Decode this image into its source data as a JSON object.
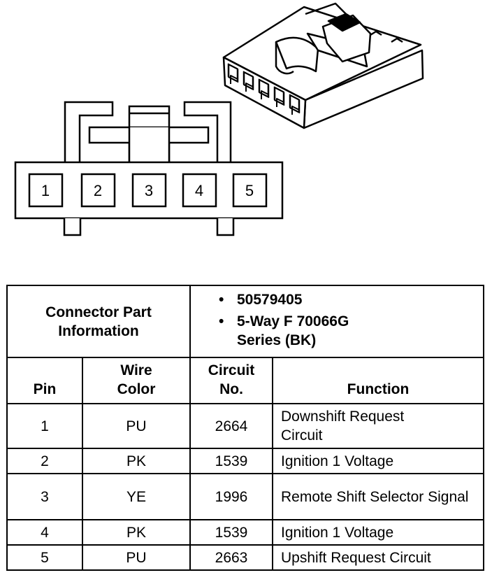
{
  "diagram": {
    "pin_labels": [
      "1",
      "2",
      "3",
      "4",
      "5"
    ]
  },
  "table": {
    "part_info_label": "Connector Part Information",
    "part_numbers": [
      "50579405",
      "5-Way F 70066G Series (BK)"
    ],
    "headers": {
      "pin": "Pin",
      "wire_color": "Wire Color",
      "circuit_no": "Circuit No.",
      "function": "Function"
    },
    "rows": [
      {
        "pin": "1",
        "wire_color": "PU",
        "circuit": "2664",
        "function": "Downshift Request Circuit"
      },
      {
        "pin": "2",
        "wire_color": "PK",
        "circuit": "1539",
        "function": "Ignition 1 Voltage"
      },
      {
        "pin": "3",
        "wire_color": "YE",
        "circuit": "1996",
        "function": "Remote Shift Selector Signal"
      },
      {
        "pin": "4",
        "wire_color": "PK",
        "circuit": "1539",
        "function": "Ignition 1 Voltage"
      },
      {
        "pin": "5",
        "wire_color": "PU",
        "circuit": "2663",
        "function": "Upshift Request Circuit"
      }
    ]
  }
}
